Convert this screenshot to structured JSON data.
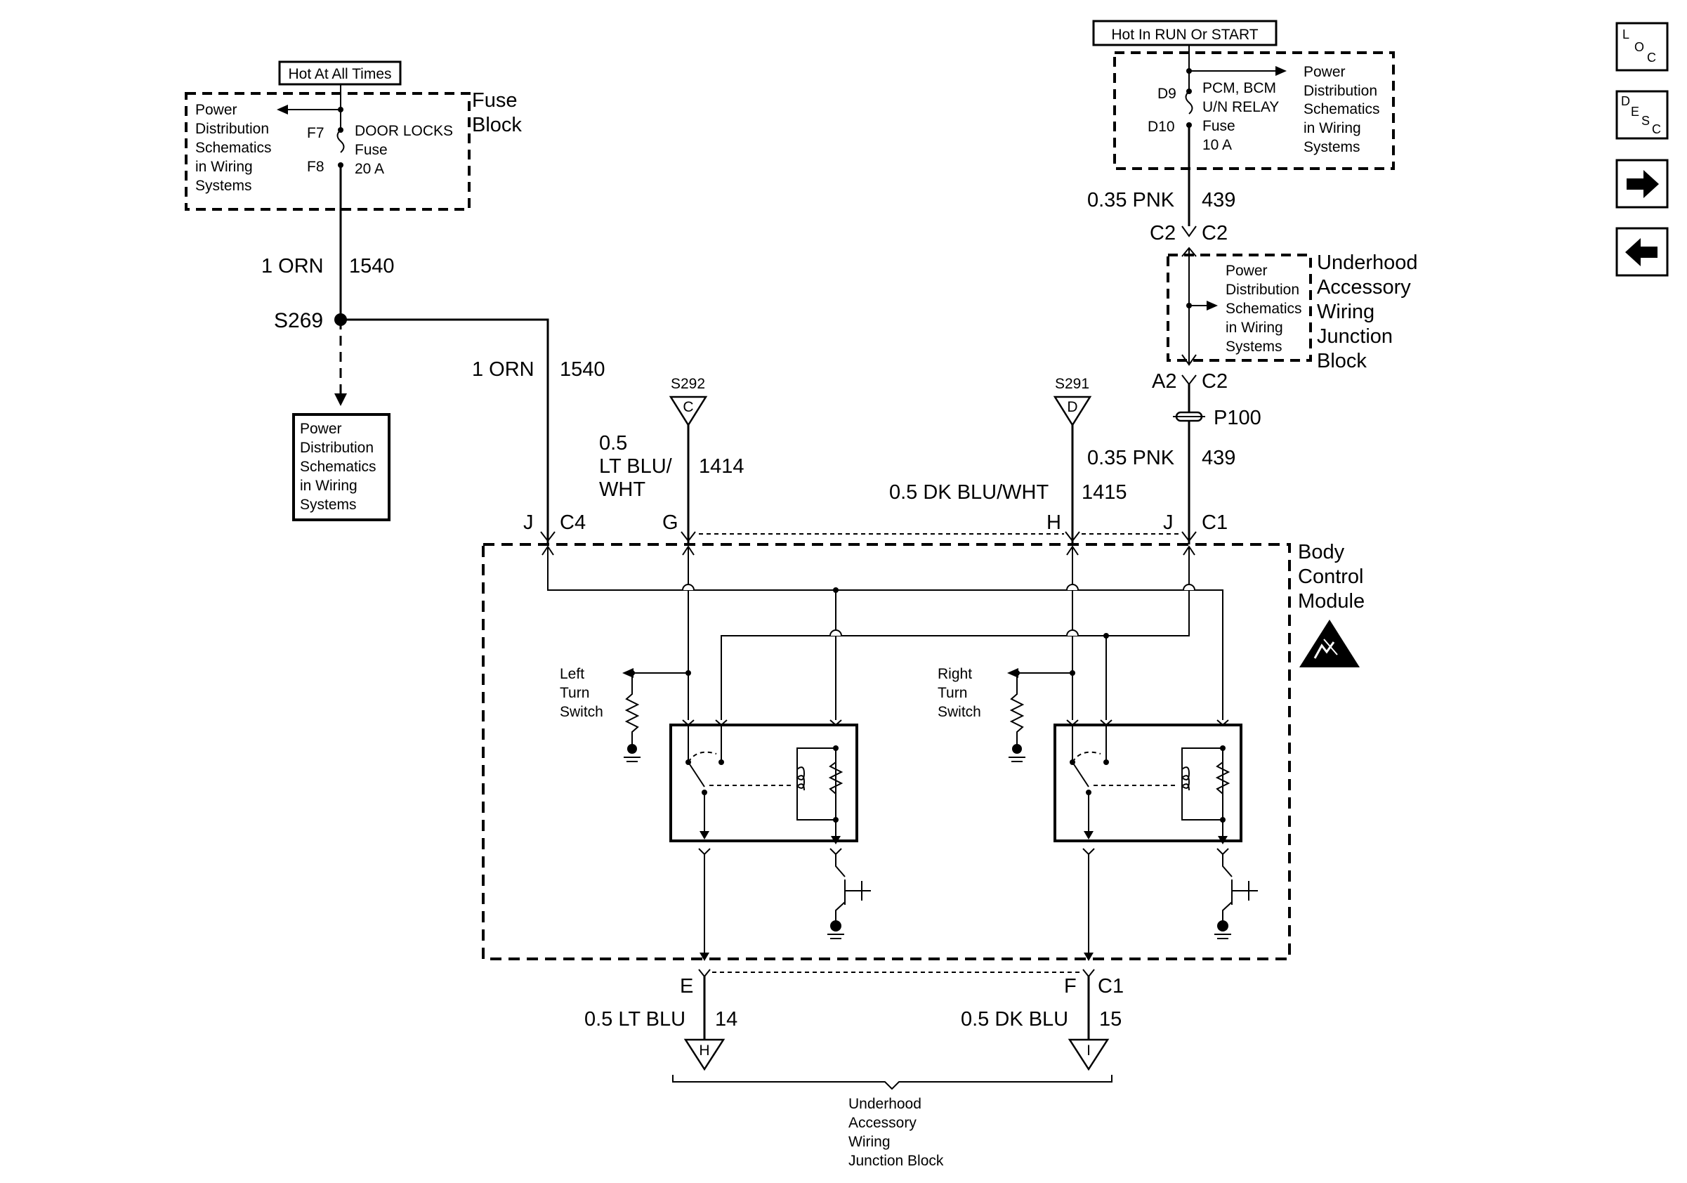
{
  "power_top_left": {
    "label": "Hot At All Times",
    "fuse_block_title": [
      "Fuse",
      "Block"
    ],
    "power_dist": [
      "Power",
      "Distribution",
      "Schematics",
      "in Wiring",
      "Systems"
    ],
    "pin_in": "F7",
    "pin_out": "F8",
    "fuse_name": [
      "DOOR LOCKS",
      "Fuse",
      "20 A"
    ]
  },
  "power_top_right": {
    "label": "Hot In RUN Or START",
    "power_dist": [
      "Power",
      "Distribution",
      "Schematics",
      "in Wiring",
      "Systems"
    ],
    "pin_in": "D9",
    "pin_out": "D10",
    "fuse_name": [
      "PCM, BCM",
      "U/N RELAY",
      "Fuse",
      "10 A"
    ]
  },
  "wires": {
    "orn_top": {
      "gauge": "1 ORN",
      "circuit": "1540"
    },
    "orn_right": {
      "gauge": "1 ORN",
      "circuit": "1540"
    },
    "pnk_top": {
      "gauge": "0.35 PNK",
      "circuit": "439"
    },
    "pnk_bottom": {
      "gauge": "0.35 PNK",
      "circuit": "439"
    },
    "lt_blu_wht": {
      "gauge_lines": [
        "0.5",
        "LT BLU/",
        "WHT"
      ],
      "circuit": "1414"
    },
    "dk_blu_wht": {
      "gauge": "0.5 DK BLU/WHT",
      "circuit": "1415"
    },
    "lt_blu": {
      "gauge": "0.5 LT BLU",
      "circuit": "14"
    },
    "dk_blu": {
      "gauge": "0.5 DK BLU",
      "circuit": "15"
    }
  },
  "splices": {
    "s269": "S269",
    "s292": {
      "name": "S292",
      "letter": "C"
    },
    "s291": {
      "name": "S291",
      "letter": "D"
    },
    "p100": "P100"
  },
  "connectors": {
    "c2_left": "C2",
    "c2_right": "C2",
    "a2": "A2",
    "c2_lower": "C2",
    "j_c4": "J",
    "c4": "C4",
    "g": "G",
    "h": "H",
    "j_c1": "J",
    "c1_top": "C1",
    "e": "E",
    "f": "F",
    "c1_bottom": "C1"
  },
  "power_dist_box_s269": [
    "Power",
    "Distribution",
    "Schematics",
    "in Wiring",
    "Systems"
  ],
  "junction_block": {
    "inner": [
      "Power",
      "Distribution",
      "Schematics",
      "in Wiring",
      "Systems"
    ],
    "title": [
      "Underhood",
      "Accessory",
      "Wiring",
      "Junction",
      "Block"
    ]
  },
  "bcm": {
    "title": [
      "Body",
      "Control",
      "Module"
    ],
    "left_switch": [
      "Left",
      "Turn",
      "Switch"
    ],
    "right_switch": [
      "Right",
      "Turn",
      "Switch"
    ]
  },
  "bottom_terminals": {
    "left_letter": "H",
    "right_letter": "I"
  },
  "bottom_label": [
    "Underhood",
    "Accessory",
    "Wiring",
    "Junction Block"
  ],
  "nav": {
    "loc": [
      "L",
      "O",
      "C"
    ],
    "desc": [
      "D",
      "E",
      "S",
      "C"
    ],
    "next_icon": "arrow-right-icon",
    "back_icon": "arrow-left-icon"
  }
}
